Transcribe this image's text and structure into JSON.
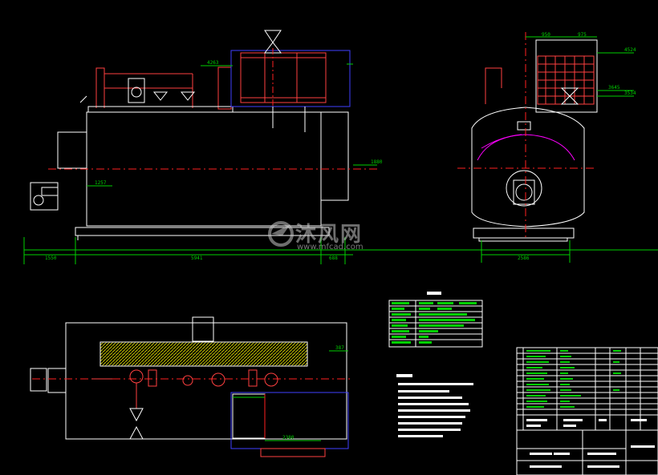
{
  "colors": {
    "background": "#000000",
    "outline": "#ffffff",
    "pipework": "#ff4040",
    "centerline": "#ff2020",
    "dimension": "#00d000",
    "frame": "#4040ff",
    "magenta": "#ff00ff",
    "hatch": "#c8c800"
  },
  "front_view": {
    "dim_top": "4263",
    "dim_right": "1880",
    "dim_left": "1257",
    "dim_bottom_left": "1550",
    "dim_bottom_mid": "5941",
    "dim_bottom_right": "688"
  },
  "side_view": {
    "dim_top_left": "950",
    "dim_top_right": "975",
    "dim_level_1": "4524",
    "dim_level_2": "3645",
    "dim_level_3": "3534",
    "dim_bottom": "2586"
  },
  "plan_view": {
    "dim_right": "387",
    "dim_panel": "2380"
  },
  "watermark": {
    "brand": "沐风网",
    "url": "www.mfcad.com"
  }
}
